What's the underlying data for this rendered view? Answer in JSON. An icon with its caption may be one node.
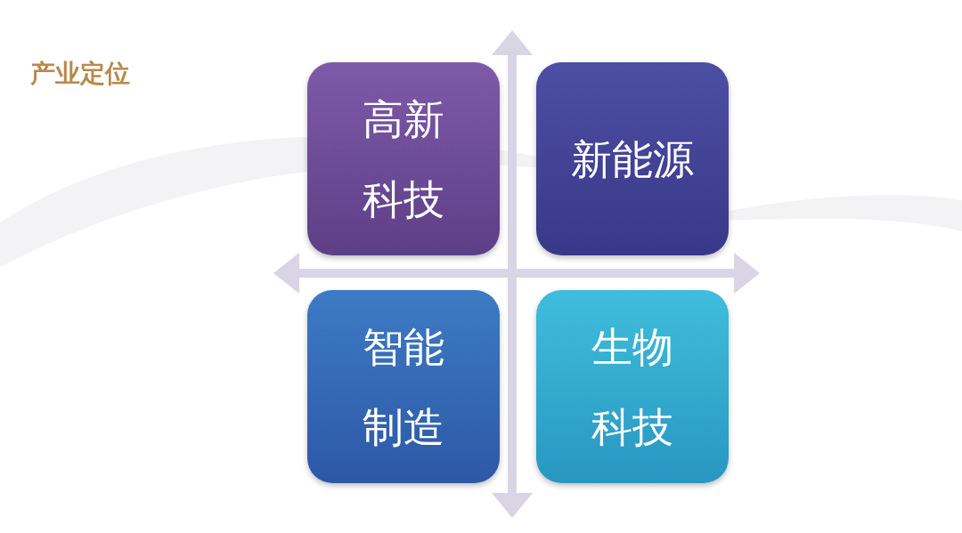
{
  "diagram": {
    "title": "产业定位",
    "nodes": [
      {
        "text": [
          "高新科技"
        ]
      },
      {
        "text": [
          "新能源"
        ]
      },
      {
        "text": [
          "智能制造"
        ]
      },
      {
        "text": [
          "生物科技"
        ]
      }
    ]
  }
}
